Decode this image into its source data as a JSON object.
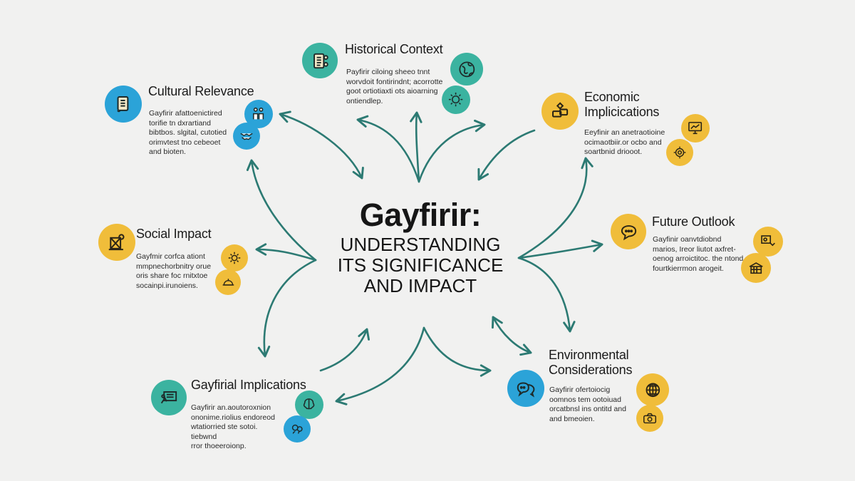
{
  "diagram": {
    "center": {
      "title": "Gayfirir:",
      "subtitle": "UNDERSTANDING\nITS SIGNIFICANCE\nAND IMPACT"
    },
    "colors": {
      "background": "#f1f1f0",
      "arrow": "#2c7a73",
      "blue": "#2ba3d8",
      "teal": "#3bb3a0",
      "yellow": "#f0bd3a"
    },
    "nodes": [
      {
        "id": "historical-context",
        "title": "Historical Context",
        "description": "Payfirir ciloing sheeo tnnt\nworvdoit fontirindnt; acorrotte\ngoot ortiotiaxti ots aioarning\nontiendlep.",
        "main_icon": "scroll-icon",
        "side_icons": [
          "globe-icon",
          "sun-icon"
        ],
        "color": "teal"
      },
      {
        "id": "cultural-relevance",
        "title": "Cultural Relevance",
        "description": "Gayfirir afattoenictired\ntorifie tn dxrartiand\nbibtbos. slgital, cutotied\norimvtest tno cebeoet\nand bioten.",
        "main_icon": "scroll-icon",
        "side_icons": [
          "people-icon",
          "handshake-icon"
        ],
        "color": "blue"
      },
      {
        "id": "economic-implications",
        "title": "Economic\nImplicications",
        "description": "Eeyfinir an anetraotioine\nocimaotbiir.or ocbo and\nsoartbnid driooot.",
        "main_icon": "blocks-monitor-icon",
        "side_icons": [
          "chart-monitor-icon",
          "gear-icon"
        ],
        "color": "yellow"
      },
      {
        "id": "social-impact",
        "title": "Social Impact",
        "description": "Gayfmir corfca ationt\nmmpnechorbnitry orue\noris share foc rnitxtoe\nsocainpi.irunoiens.",
        "main_icon": "easel-icon",
        "side_icons": [
          "sun-gear-icon",
          "megaphone-icon"
        ],
        "color": "yellow"
      },
      {
        "id": "future-outlook",
        "title": "Future Outlook",
        "description": "Gayfinir oanvtdiobnd\nmarios, Ireor liutot axfret-\noenog arroictitoc. the ntond\nfourtkierrmon arogeit.",
        "main_icon": "speech-bubble-icon",
        "side_icons": [
          "presentation-icon",
          "building-icon"
        ],
        "color": "yellow"
      },
      {
        "id": "gayfirial-implications",
        "title": "Gayfirial Implications",
        "description": "Gayfirir an.aoutoroxnion\nononime.riolius endoreod\nwtatiorried ste sotoi. tiebwnd\nrror thoeeroionp.",
        "main_icon": "screen-icon",
        "side_icons": [
          "brain-icon",
          "speech-people-icon"
        ],
        "color": "teal"
      },
      {
        "id": "environmental-considerations",
        "title": "Environmental\nConsiderations",
        "description": "Gayfirir ofertoiocig\noomnos tem ootoiuad\norcatbnsl ins ontitd and\nand bmeoien.",
        "main_icon": "chat-bubbles-icon",
        "side_icons": [
          "globe-icon",
          "camera-icon"
        ],
        "color": "blue"
      }
    ]
  }
}
